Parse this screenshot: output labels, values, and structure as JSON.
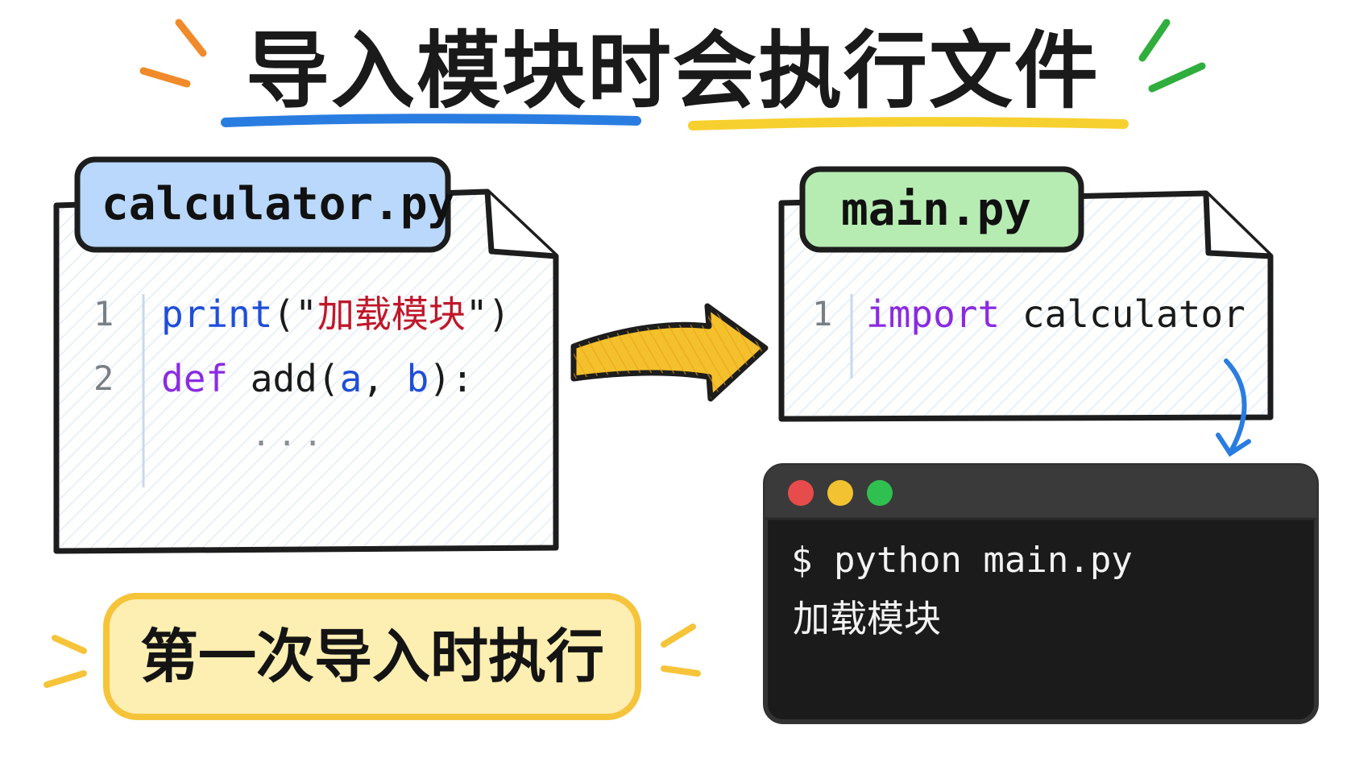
{
  "title": "导入模块时会执行文件",
  "left_file": {
    "tab_label": "calculator.py",
    "lines": [
      {
        "num": "1",
        "print_kw": "print",
        "open": "(\"",
        "str": "加载模块",
        "close": "\")"
      },
      {
        "num": "2",
        "def_kw": "def",
        "fn": " add(",
        "a": "a",
        "comma": ", ",
        "b": "b",
        "end": "):"
      }
    ],
    "ellipsis": "..."
  },
  "right_file": {
    "tab_label": "main.py",
    "line": {
      "num": "1",
      "import_kw": "import",
      "module": " calculator"
    }
  },
  "terminal": {
    "command": "$ python main.py",
    "output": "加载模块",
    "dots": [
      "#e84b4b",
      "#f2c230",
      "#2fc04f"
    ]
  },
  "caption": "第一次导入时执行",
  "colors": {
    "left_tab": "#b9d8fb",
    "right_tab": "#b6ecb2",
    "caption_bg": "#fdeeb2",
    "caption_border": "#f6c43a",
    "title_underline_blue": "#2a7de0",
    "title_underline_yellow": "#f6d02e",
    "arrow_fill": "#f4c02b",
    "terminal_bg": "#1b1b1b",
    "curve_arrow": "#2a7de0"
  }
}
